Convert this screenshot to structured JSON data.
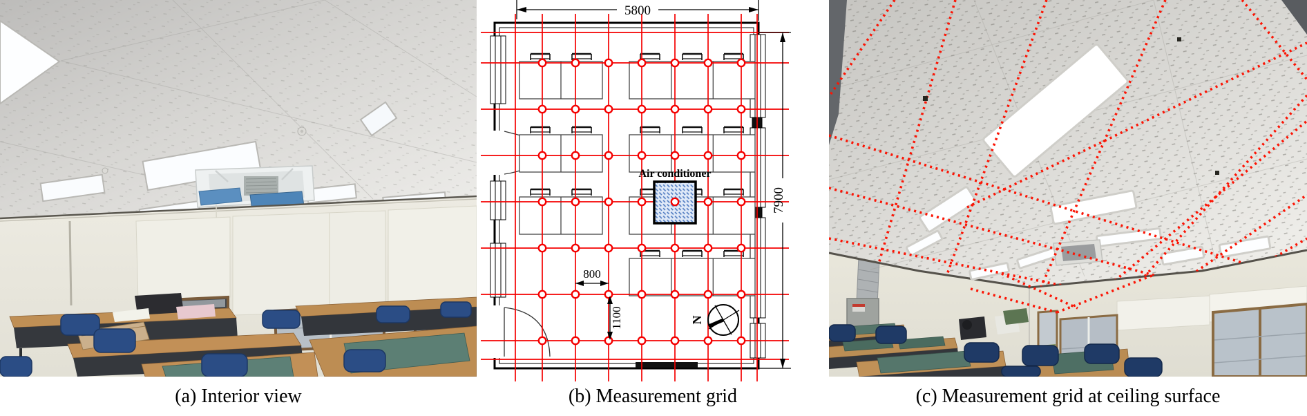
{
  "figure": {
    "captions": {
      "a": "(a) Interior view",
      "b": "(b) Measurement grid",
      "c": "(c) Measurement grid at ceiling surface"
    }
  },
  "plan": {
    "labels": {
      "width": "5800",
      "height": "7900",
      "grid_spacing_x": "800",
      "grid_spacing_y": "1100",
      "air_conditioner": "Air conditioner",
      "north": "N"
    },
    "grid": {
      "cols": 7,
      "rows": 7
    },
    "colors": {
      "grid_line": "#f40000",
      "wall": "#000000",
      "ac_fill": "#dfe9f8",
      "ac_hatch": "#4d79c0"
    }
  },
  "ceiling_overlay": {
    "color": "#fb1505"
  }
}
